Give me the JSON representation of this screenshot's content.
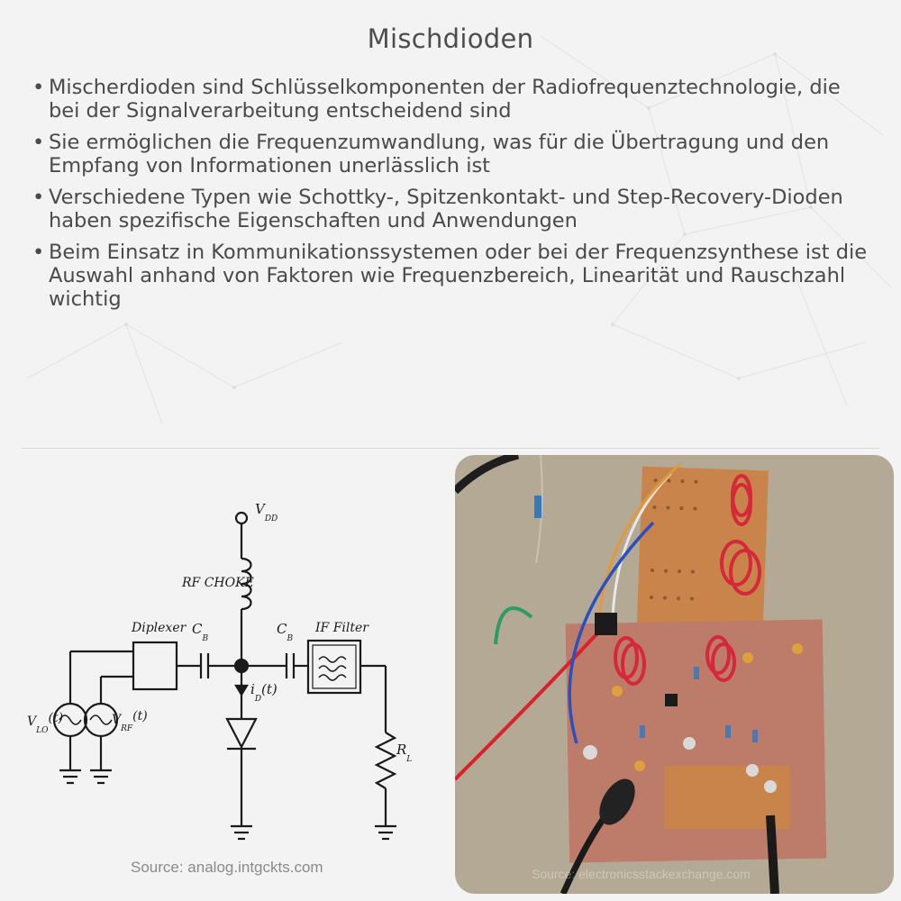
{
  "title": "Mischdioden",
  "bullets": [
    "Mischerdioden sind Schlüsselkomponenten der Radiofrequenztechnologie, die bei der Signalverarbeitung entscheidend sind",
    "Sie ermöglichen die Frequenzumwandlung, was für die Übertragung und den Empfang von Informationen unerlässlich ist",
    "Verschiedene Typen wie Schottky-, Spitzenkontakt- und Step-Recovery-Dioden haben spezifische Eigenschaften und Anwendungen",
    "Beim Einsatz in Kommunikationssystemen oder bei der Frequenzsynthese ist die Auswahl anhand von Faktoren wie Frequenzbereich, Linearität und Rauschzahl wichtig"
  ],
  "bullet_symbol": "•",
  "schematic": {
    "vdd_label": "V",
    "vdd_sub": "DD",
    "rf_choke_label": "RF CHOKE",
    "diplexer_label": "Diplexer",
    "cap_label": "C",
    "cap_sub": "B",
    "if_filter_label": "IF Filter",
    "current_label": "i",
    "current_arg": "(t)",
    "current_sub": "D",
    "vlo_label": "V",
    "vlo_sub": "LO",
    "vlo_arg": "(t)",
    "vrf_label": "V",
    "vrf_sub": "RF",
    "vrf_arg": "(t)",
    "rl_label": "R",
    "rl_sub": "L"
  },
  "source_left": "Source: analog.intgckts.com",
  "source_right": "Source: electronicsstackexchange.com",
  "colors": {
    "background": "#f3f3f3",
    "text": "#4a4a4a",
    "schematic_line": "#1a1a1a",
    "pcb": "#b5705a",
    "cardboard": "#b8ad98"
  }
}
